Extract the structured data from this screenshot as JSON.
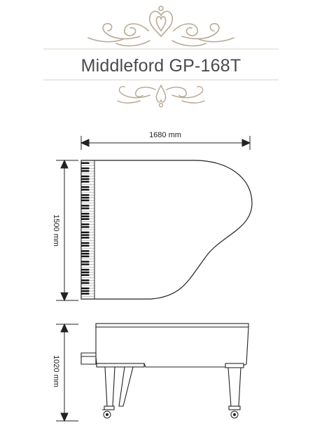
{
  "product": {
    "title": "Middleford GP-168T"
  },
  "dimensions": {
    "width_label": "1680 mm",
    "depth_label": "1500 mm",
    "height_label": "1020 mm"
  },
  "colors": {
    "ornament": "#b8aa96",
    "rule": "#d8d0c4",
    "title_text": "#4a4a4a",
    "outline": "#222222"
  },
  "icons": {
    "top_ornament": "ornament-top-icon",
    "bottom_ornament": "ornament-bottom-icon",
    "top_view": "piano-top-view-icon",
    "side_view": "piano-side-view-icon"
  }
}
